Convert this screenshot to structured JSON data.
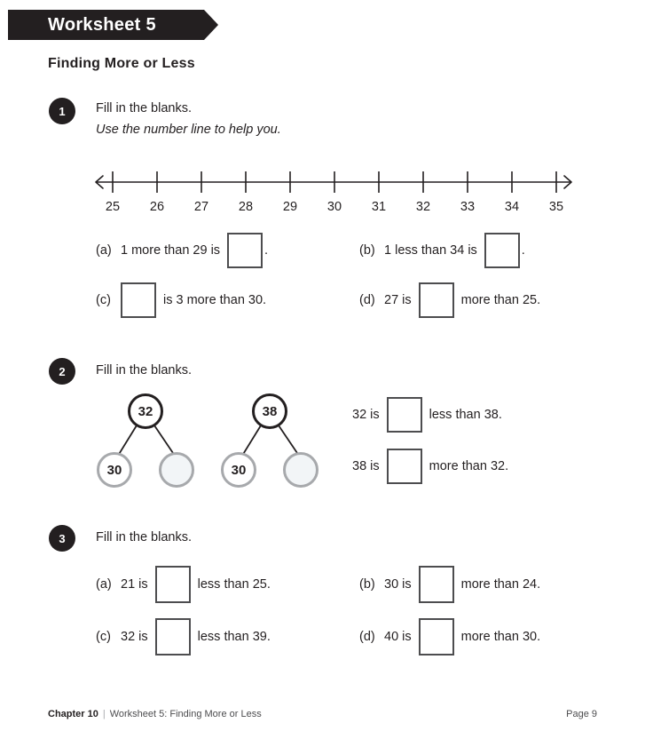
{
  "header": {
    "ribbon_title": "Worksheet 5",
    "subtitle": "Finding More or Less"
  },
  "questions": [
    {
      "number": "1",
      "instruction": "Fill in the blanks.",
      "instruction2": "Use the number line to help you.",
      "number_line": {
        "ticks": [
          "25",
          "26",
          "27",
          "28",
          "29",
          "30",
          "31",
          "32",
          "33",
          "34",
          "35"
        ],
        "start": 25,
        "end": 35,
        "left_arrow": true,
        "right_arrow": true
      },
      "items": [
        {
          "letter": "(a)",
          "pre": "1 more than 29 is",
          "post": "",
          "period": "."
        },
        {
          "letter": "(b)",
          "pre": "1 less than 34 is",
          "post": "",
          "period": "."
        },
        {
          "letter": "(c)",
          "pre": "",
          "post": "is 3 more than 30.",
          "period": ""
        },
        {
          "letter": "(d)",
          "pre": "27 is",
          "post": "more than 25.",
          "period": ""
        }
      ]
    },
    {
      "number": "2",
      "instruction": "Fill in the blanks.",
      "bonds": [
        {
          "whole": "32",
          "part_left": "30",
          "part_right": ""
        },
        {
          "whole": "38",
          "part_left": "30",
          "part_right": ""
        }
      ],
      "statements": [
        {
          "pre": "32 is",
          "post": "less than 38."
        },
        {
          "pre": "38 is",
          "post": "more than 32."
        }
      ]
    },
    {
      "number": "3",
      "instruction": "Fill in the blanks.",
      "items": [
        {
          "letter": "(a)",
          "pre": "21 is",
          "post": "less than 25.",
          "period": ""
        },
        {
          "letter": "(b)",
          "pre": "30 is",
          "post": "more than 24.",
          "period": ""
        },
        {
          "letter": "(c)",
          "pre": "32 is",
          "post": "less than 39.",
          "period": ""
        },
        {
          "letter": "(d)",
          "pre": "40 is",
          "post": "more than 30.",
          "period": ""
        }
      ]
    }
  ],
  "footer": {
    "chapter": "Chapter 10",
    "separator": "|",
    "title": "Worksheet 5: Finding More or Less",
    "page": "Page 9"
  },
  "colors": {
    "ink": "#231f20",
    "box_border": "#4d4d4f",
    "circle_gray": "#a7a9ac",
    "empty_fill": "#f2f5f7"
  }
}
